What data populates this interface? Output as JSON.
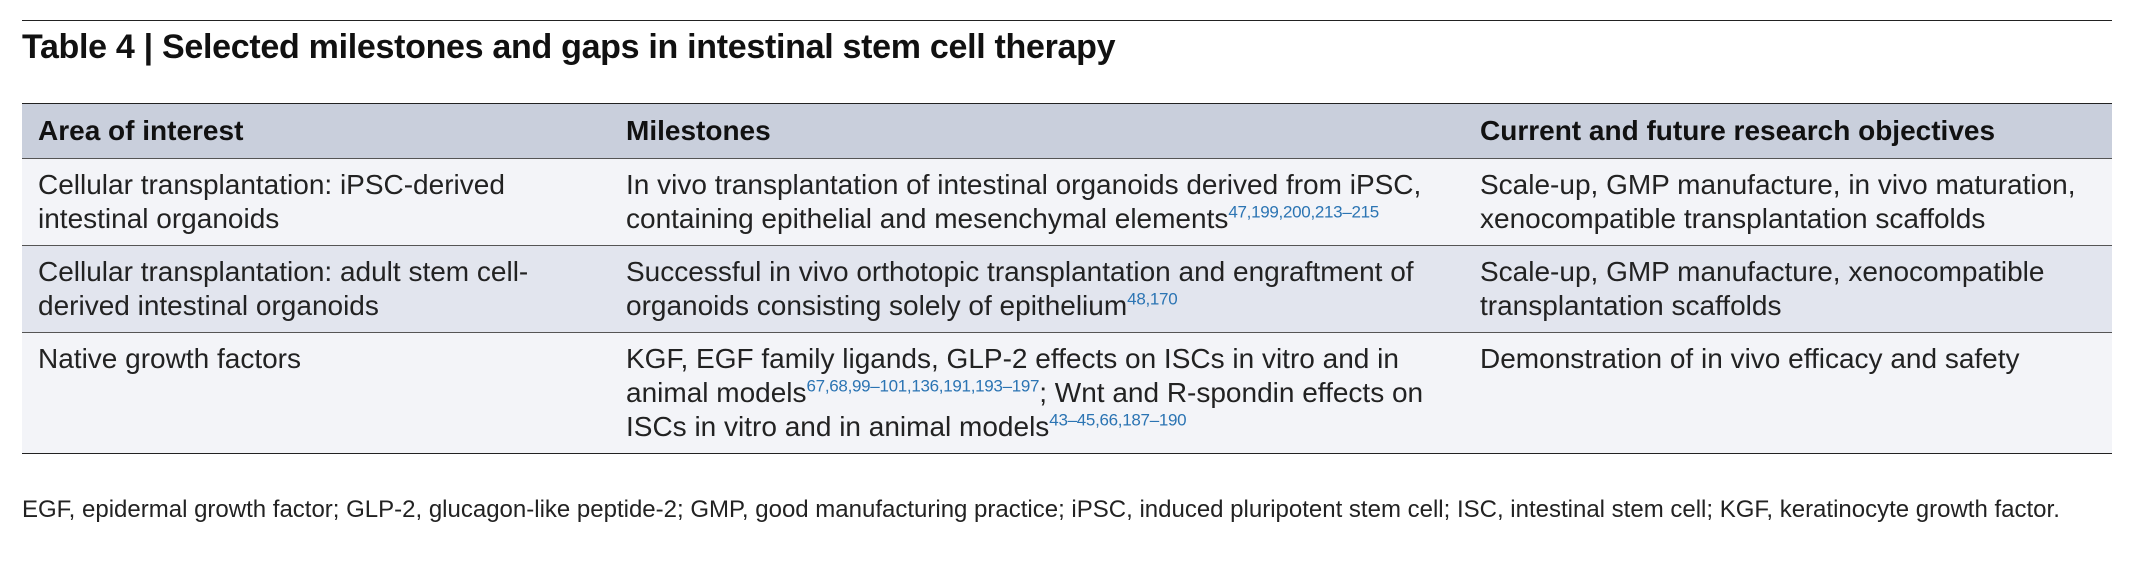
{
  "title": "Table 4 | Selected milestones and gaps in intestinal stem cell therapy",
  "columns": [
    "Area of interest",
    "Milestones",
    "Current and future research objectives"
  ],
  "rows": [
    {
      "area": "Cellular transplantation: iPSC-derived intestinal organoids",
      "milestones": [
        {
          "text": "In vivo transplantation of intestinal organoids derived from iPSC, containing epithelial and mesenchymal elements"
        },
        {
          "ref": "47,199,200,213–215"
        }
      ],
      "objectives": "Scale-up, GMP manufacture, in vivo maturation, xenocompatible transplantation scaffolds"
    },
    {
      "area": "Cellular transplantation: adult stem cell-derived intestinal organoids",
      "milestones": [
        {
          "text": "Successful in vivo orthotopic transplantation and engraftment of organoids consisting solely of epithelium"
        },
        {
          "ref": "48,170"
        }
      ],
      "objectives": "Scale-up, GMP manufacture, xenocompatible transplantation scaffolds"
    },
    {
      "area": "Native growth factors",
      "milestones": [
        {
          "text": "KGF, EGF family ligands, GLP-2 effects on ISCs in vitro and in animal models"
        },
        {
          "ref": "67,68,99–101,136,191,193–197"
        },
        {
          "text": "; Wnt and R-spondin effects on ISCs in vitro and in animal models"
        },
        {
          "ref": "43–45,66,187–190"
        }
      ],
      "objectives": "Demonstration of in vivo efficacy and safety"
    }
  ],
  "footnote": "EGF, epidermal growth factor; GLP-2, glucagon-like peptide-2; GMP, good manufacturing practice; iPSC, induced pluripotent stem cell; ISC, intestinal stem cell; KGF, keratinocyte growth factor.",
  "colors": {
    "header_bg": "#c9cfdc",
    "row_light": "#f3f4f8",
    "row_dark": "#e2e5ee",
    "reference_link": "#2b74b3"
  }
}
